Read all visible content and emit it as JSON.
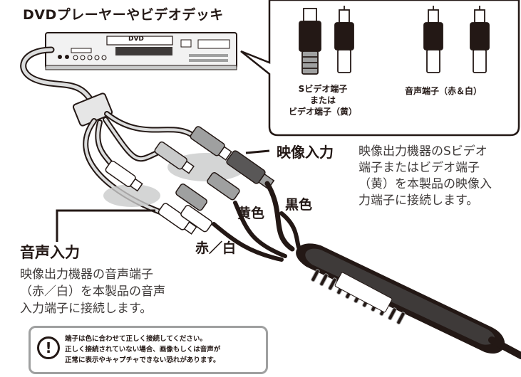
{
  "title": "DVDプレーヤーやビデオデッキ",
  "dvd_label": "DVD",
  "connectors": {
    "svideo_label_line1": "Sビデオ端子",
    "svideo_label_line2": "または",
    "svideo_label_line3": "ビデオ端子（黄）",
    "audio_label": "音声端子（赤＆白）"
  },
  "video_input": {
    "heading": "映像入力",
    "desc_line1": "映像出力機器のSビデオ",
    "desc_line2": "端子またはビデオ端子",
    "desc_line3": "（黄）を本製品の映像入",
    "desc_line4": "力端子に接続します。"
  },
  "audio_input": {
    "heading": "音声入力",
    "desc_line1": "映像出力機器の音声端子",
    "desc_line2": "（赤／白）を本製品の音声",
    "desc_line3": "入力端子に接続します。"
  },
  "cable_tags": {
    "yellow": "黄色",
    "black": "黒色",
    "red_white": "赤／白"
  },
  "warning": {
    "icon": "exclamation-icon",
    "line1": "端子は色に合わせて正しく接続してください。",
    "line2": "正しく接続されていない場合、画像もしくは音声が",
    "line3": "正常に表示やキャプチャできない恐れがあります。"
  }
}
